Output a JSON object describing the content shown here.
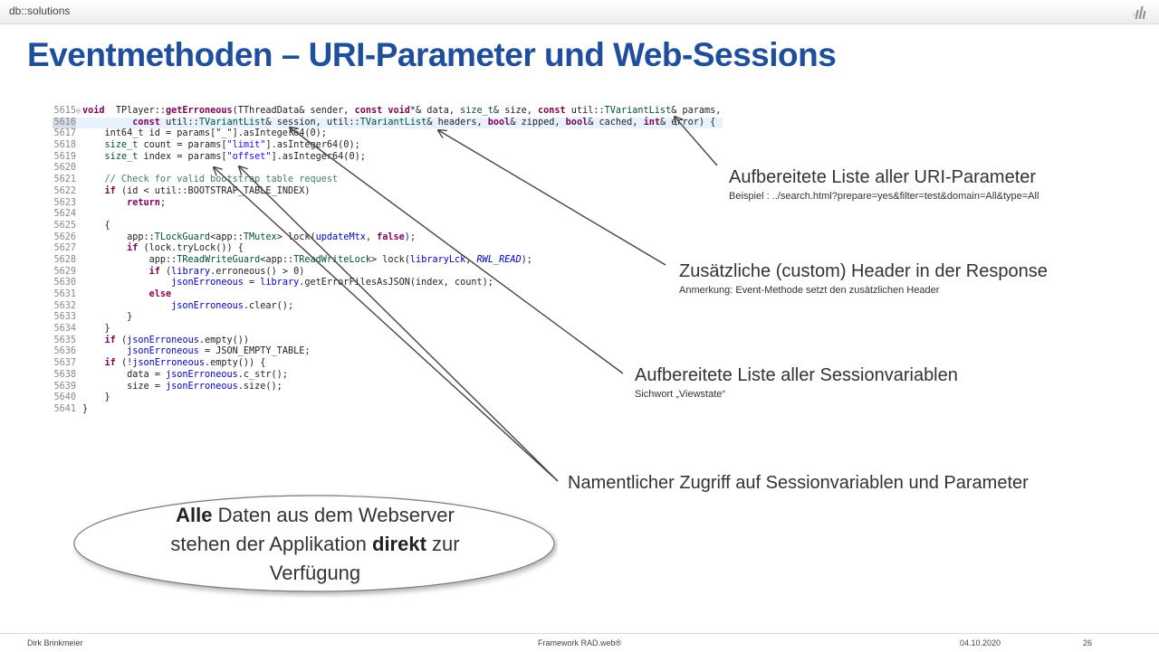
{
  "header": {
    "brand": "db::solutions",
    "logo_icon": "bar-logo-icon"
  },
  "title": "Eventmethoden – URI-Parameter und Web-Sessions",
  "code": {
    "lines": [
      {
        "n": "5615",
        "marker": "⊖",
        "segs": [
          [
            "k",
            "void"
          ],
          [
            "",
            "  TPlayer::"
          ],
          [
            "k",
            "getErroneous"
          ],
          [
            "",
            "(TThreadData& sender, "
          ],
          [
            "k",
            "const void"
          ],
          [
            "",
            "*& data, "
          ],
          [
            "t",
            "size_t"
          ],
          [
            "",
            "& size, "
          ],
          [
            "k",
            "const"
          ],
          [
            "",
            " util::"
          ],
          [
            "t",
            "TVariantList"
          ],
          [
            "",
            "& params,"
          ]
        ]
      },
      {
        "n": "5616",
        "hl": true,
        "segs": [
          [
            "",
            "         "
          ],
          [
            "k",
            "const"
          ],
          [
            "",
            " util::"
          ],
          [
            "t",
            "TVariantList"
          ],
          [
            "",
            "& session, util::"
          ],
          [
            "t",
            "TVariantList"
          ],
          [
            "",
            "& headers, "
          ],
          [
            "k",
            "bool"
          ],
          [
            "",
            "& zipped, "
          ],
          [
            "k",
            "bool"
          ],
          [
            "",
            "& cached, "
          ],
          [
            "k",
            "int"
          ],
          [
            "",
            "& error) {"
          ]
        ]
      },
      {
        "n": "5617",
        "segs": [
          [
            "",
            "    int64_t id = params[\"_\"].asInteger64(0);"
          ]
        ]
      },
      {
        "n": "5618",
        "segs": [
          [
            "",
            "    "
          ],
          [
            "t",
            "size_t"
          ],
          [
            "",
            " count = params["
          ],
          [
            "s",
            "\"limit\""
          ],
          [
            "",
            "].asInteger64(0);"
          ]
        ]
      },
      {
        "n": "5619",
        "segs": [
          [
            "",
            "    "
          ],
          [
            "t",
            "size_t"
          ],
          [
            "",
            " index = params["
          ],
          [
            "s",
            "\"offset\""
          ],
          [
            "",
            "].asInteger64(0);"
          ]
        ]
      },
      {
        "n": "5620",
        "segs": [
          [
            "",
            ""
          ]
        ]
      },
      {
        "n": "5621",
        "segs": [
          [
            "c",
            "    // Check for valid bootstrap table request"
          ]
        ]
      },
      {
        "n": "5622",
        "segs": [
          [
            "",
            "    "
          ],
          [
            "k",
            "if"
          ],
          [
            "",
            " (id < util::BOOTSTRAP_TABLE_INDEX)"
          ]
        ]
      },
      {
        "n": "5623",
        "segs": [
          [
            "",
            "        "
          ],
          [
            "k",
            "return"
          ],
          [
            "",
            ";"
          ]
        ]
      },
      {
        "n": "5624",
        "segs": [
          [
            "",
            ""
          ]
        ]
      },
      {
        "n": "5625",
        "segs": [
          [
            "",
            "    {"
          ]
        ]
      },
      {
        "n": "5626",
        "segs": [
          [
            "",
            "        app::"
          ],
          [
            "t",
            "TLockGuard"
          ],
          [
            "",
            "<app::"
          ],
          [
            "t",
            "TMutex"
          ],
          [
            "",
            "> lock("
          ],
          [
            "fi",
            "updateMtx"
          ],
          [
            "",
            ", "
          ],
          [
            "k",
            "false"
          ],
          [
            "",
            ");"
          ]
        ]
      },
      {
        "n": "5627",
        "segs": [
          [
            "",
            "        "
          ],
          [
            "k",
            "if"
          ],
          [
            "",
            " (lock.tryLock()) {"
          ]
        ]
      },
      {
        "n": "5628",
        "segs": [
          [
            "",
            "            app::"
          ],
          [
            "t",
            "TReadWriteGuard"
          ],
          [
            "",
            "<app::"
          ],
          [
            "t",
            "TReadWriteLock"
          ],
          [
            "",
            "> lock("
          ],
          [
            "fi",
            "libraryLck"
          ],
          [
            "",
            ", "
          ],
          [
            "ci",
            "RWL_READ"
          ],
          [
            "",
            ");"
          ]
        ]
      },
      {
        "n": "5629",
        "segs": [
          [
            "",
            "            "
          ],
          [
            "k",
            "if"
          ],
          [
            "",
            " ("
          ],
          [
            "fi",
            "library"
          ],
          [
            "",
            ".erroneous() > 0)"
          ]
        ]
      },
      {
        "n": "5630",
        "segs": [
          [
            "",
            "                "
          ],
          [
            "fi",
            "jsonErroneous"
          ],
          [
            "",
            " = "
          ],
          [
            "fi",
            "library"
          ],
          [
            "",
            ".getErrorFilesAsJSON(index, count);"
          ]
        ]
      },
      {
        "n": "5631",
        "segs": [
          [
            "",
            "            "
          ],
          [
            "k",
            "else"
          ]
        ]
      },
      {
        "n": "5632",
        "segs": [
          [
            "",
            "                "
          ],
          [
            "fi",
            "jsonErroneous"
          ],
          [
            "",
            ".clear();"
          ]
        ]
      },
      {
        "n": "5633",
        "segs": [
          [
            "",
            "        }"
          ]
        ]
      },
      {
        "n": "5634",
        "segs": [
          [
            "",
            "    }"
          ]
        ]
      },
      {
        "n": "5635",
        "segs": [
          [
            "",
            "    "
          ],
          [
            "k",
            "if"
          ],
          [
            "",
            " ("
          ],
          [
            "fi",
            "jsonErroneous"
          ],
          [
            "",
            ".empty())"
          ]
        ]
      },
      {
        "n": "5636",
        "segs": [
          [
            "",
            "        "
          ],
          [
            "fi",
            "jsonErroneous"
          ],
          [
            "",
            " = JSON_EMPTY_TABLE;"
          ]
        ]
      },
      {
        "n": "5637",
        "segs": [
          [
            "",
            "    "
          ],
          [
            "k",
            "if"
          ],
          [
            "",
            " (!"
          ],
          [
            "fi",
            "jsonErroneous"
          ],
          [
            "",
            ".empty()) {"
          ]
        ]
      },
      {
        "n": "5638",
        "segs": [
          [
            "",
            "        data = "
          ],
          [
            "fi",
            "jsonErroneous"
          ],
          [
            "",
            ".c_str();"
          ]
        ]
      },
      {
        "n": "5639",
        "segs": [
          [
            "",
            "        size = "
          ],
          [
            "fi",
            "jsonErroneous"
          ],
          [
            "",
            ".size();"
          ]
        ]
      },
      {
        "n": "5640",
        "segs": [
          [
            "",
            "    }"
          ]
        ]
      },
      {
        "n": "5641",
        "segs": [
          [
            "",
            "}"
          ]
        ]
      }
    ]
  },
  "annotations": {
    "uri": {
      "title": "Aufbereitete Liste aller URI-Parameter",
      "sub": "Beispiel : ../search.html?prepare=yes&filter=test&domain=All&type=All"
    },
    "headers": {
      "title": "Zusätzliche (custom) Header in der Response",
      "sub": "Anmerkung:  Event-Methode  setzt den zusätzlichen Header"
    },
    "session": {
      "title": "Aufbereitete Liste aller Sessionvariablen",
      "sub": "Sichwort „Viewstate“"
    },
    "access": {
      "title": "Namentlicher Zugriff auf Sessionvariablen und Parameter"
    }
  },
  "callout": {
    "l1_bold": "Alle",
    "l1_rest": " Daten aus dem Webserver",
    "l2_pre": "stehen der Applikation ",
    "l2_bold": "direkt",
    "l2_post": " zur",
    "l3": "Verfügung"
  },
  "footer": {
    "author": "Dirk Brinkmeier",
    "product": "Framework RAD.web®",
    "date": "04.10.2020",
    "page": "26"
  }
}
